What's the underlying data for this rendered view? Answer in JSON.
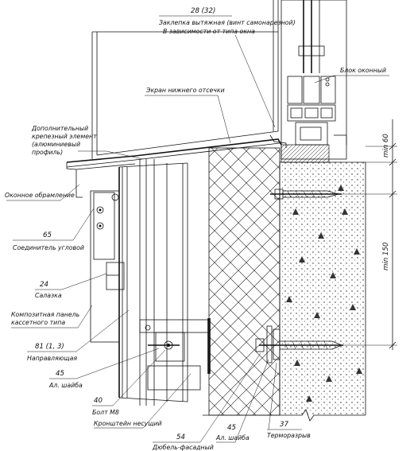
{
  "labels": {
    "top_num": "28 (32)",
    "top_line1": "Заклепка вытяжная (винт самонарезной)",
    "top_line2": "В зависимости от типа окна",
    "window_block": "Блок оконный",
    "lower_screen": "Экран нижнего отсечки",
    "extra_line1": "Дополнительный",
    "extra_line2": "крепезный элемент",
    "extra_line3": "(алюминиевый",
    "extra_line4": "профиль)",
    "window_trim": "Оконное обрамление",
    "corner_num": "65",
    "corner_label": "Соединитель угловой",
    "slider_num": "24",
    "slider_label": "Салазка",
    "panel_line1": "Композитная панель",
    "panel_line2": "кассетного типа",
    "guide_num": "81 (1, 3)",
    "guide_label": "Направляющая",
    "washer_num": "45",
    "washer_label": "Ал. шайба",
    "bolt_num": "40",
    "bolt_label": "Болт М8",
    "bracket_label": "Кронштейн несущий",
    "dowel_num": "54",
    "dowel_label": "Дюбель-фасадный",
    "washer2_num": "45",
    "washer2_label": "Ал. шайба",
    "thermo_num": "37",
    "thermo_label": "Терморазрыв",
    "dim_min60": "min 60",
    "dim_min150": "min 150"
  }
}
